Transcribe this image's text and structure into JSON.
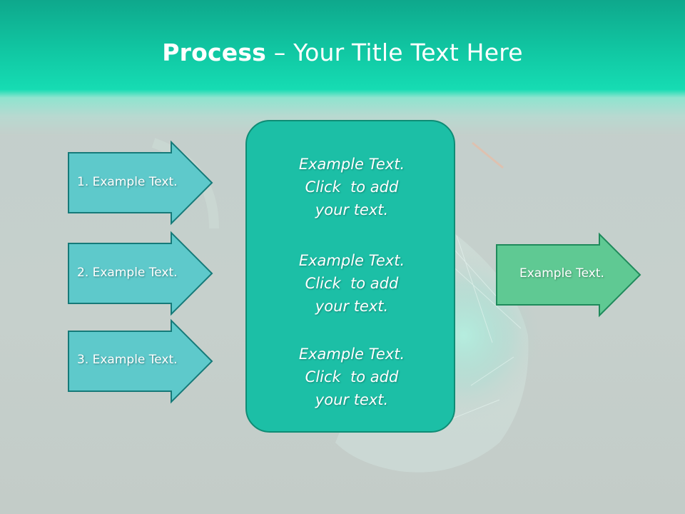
{
  "title": {
    "strong": "Process",
    "rest": " – Your Title Text Here"
  },
  "inputs": [
    {
      "label": "1. Example Text."
    },
    {
      "label": "2. Example Text."
    },
    {
      "label": "3. Example Text."
    }
  ],
  "center": {
    "paragraphs": [
      {
        "lines": [
          "Example Text.",
          "Click  to add",
          "your text."
        ]
      },
      {
        "lines": [
          "Example Text.",
          "Click  to add",
          "your text."
        ]
      },
      {
        "lines": [
          "Example Text.",
          "Click  to add",
          "your text."
        ]
      }
    ]
  },
  "output": {
    "label": "Example Text."
  },
  "colors": {
    "header": "#11c9a4",
    "input_arrow_fill": "#5ec9cb",
    "input_arrow_stroke": "#167a79",
    "center_fill": "#1cbfa6",
    "center_stroke": "#0f8c75",
    "output_arrow_fill": "#5fc993",
    "output_arrow_stroke": "#1f8a5b"
  }
}
